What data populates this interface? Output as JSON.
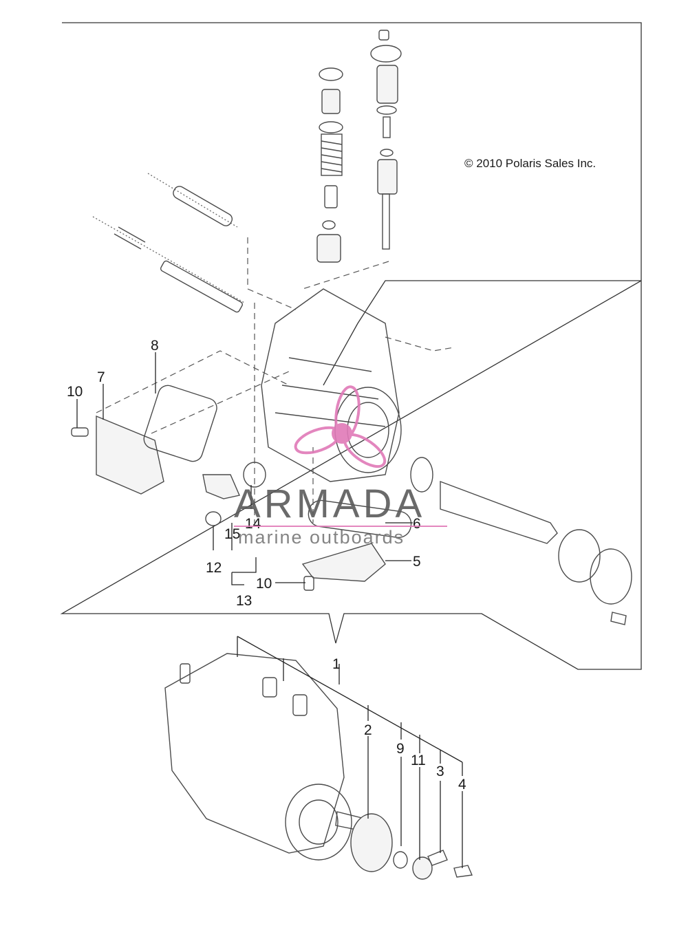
{
  "copyright": "© 2010 Polaris Sales Inc.",
  "watermark": {
    "title": "ARMADA",
    "subtitle": "marine outboards",
    "accent_color": "#e07ab8"
  },
  "callouts": {
    "c1": "1",
    "c2": "2",
    "c3": "3",
    "c4": "4",
    "c5": "5",
    "c6": "6",
    "c7": "7",
    "c8": "8",
    "c9": "9",
    "c10a": "10",
    "c10b": "10",
    "c11": "11",
    "c12": "12",
    "c13": "13",
    "c14": "14",
    "c15": "15"
  },
  "colors": {
    "line": "#4a4a4a",
    "text": "#1a1a1a"
  }
}
